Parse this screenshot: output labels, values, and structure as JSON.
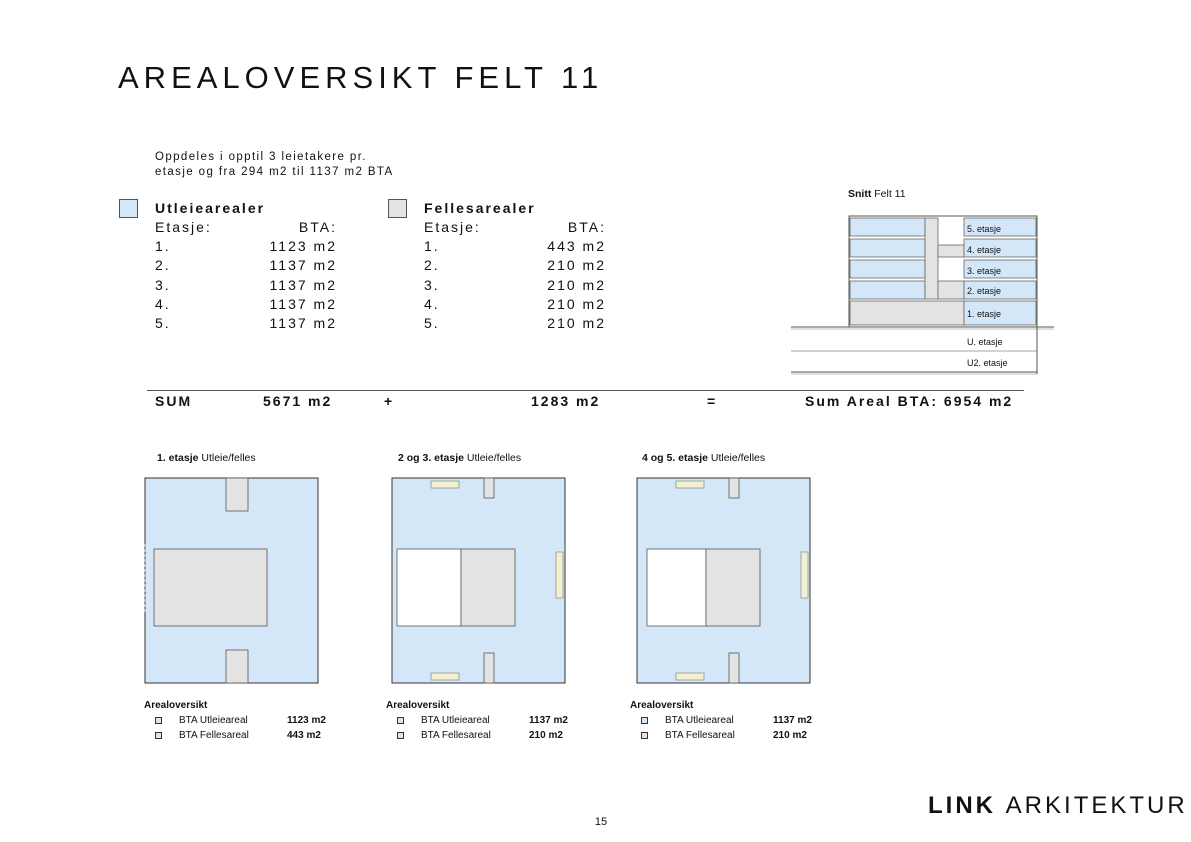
{
  "title": "AREALOVERSIKT FELT 11",
  "intro": [
    "Oppdeles i opptil 3 leietakere pr.",
    "etasje og fra 294 m2 til 1137 m2 BTA"
  ],
  "colors": {
    "utleie": "#d4e7f8",
    "felles": "#e3e3e3"
  },
  "utleie": {
    "heading": "Utleiearealer",
    "etasje_label": "Etasje:",
    "bta_label": "BTA:",
    "rows": [
      {
        "floor": "1.",
        "value": "1123 m2"
      },
      {
        "floor": "2.",
        "value": "1137 m2"
      },
      {
        "floor": "3.",
        "value": "1137 m2"
      },
      {
        "floor": "4.",
        "value": "1137 m2"
      },
      {
        "floor": "5.",
        "value": "1137 m2"
      }
    ]
  },
  "felles": {
    "heading": "Fellesarealer",
    "etasje_label": "Etasje:",
    "bta_label": "BTA:",
    "rows": [
      {
        "floor": "1.",
        "value": "443 m2"
      },
      {
        "floor": "2.",
        "value": "210 m2"
      },
      {
        "floor": "3.",
        "value": "210 m2"
      },
      {
        "floor": "4.",
        "value": "210 m2"
      },
      {
        "floor": "5.",
        "value": "210 m2"
      }
    ]
  },
  "sum": {
    "label": "SUM",
    "utleie": "5671 m2",
    "plus": "+",
    "felles": "1283 m2",
    "equals": "=",
    "total": "Sum Areal BTA: 6954 m2"
  },
  "section": {
    "title_bold": "Snitt",
    "title_rest": " Felt 11",
    "floors": [
      "5. etasje",
      "4. etasje",
      "3. etasje",
      "2. etasje",
      "1. etasje"
    ],
    "basements": [
      "U. etasje",
      "U2. etasje"
    ]
  },
  "plans": [
    {
      "caption_bold": "1. etasje",
      "caption_rest": " Utleie/felles",
      "legend_title": "Arealoversikt",
      "items": [
        {
          "name": "BTA Utleieareal",
          "value": "1123 m2"
        },
        {
          "name": "BTA Fellesareal",
          "value": "443 m2"
        }
      ]
    },
    {
      "caption_bold": "2 og 3. etasje",
      "caption_rest": " Utleie/felles",
      "legend_title": "Arealoversikt",
      "items": [
        {
          "name": "BTA Utleieareal",
          "value": "1137 m2"
        },
        {
          "name": "BTA Fellesareal",
          "value": "210 m2"
        }
      ]
    },
    {
      "caption_bold": "4 og 5. etasje",
      "caption_rest": " Utleie/felles",
      "legend_title": "Arealoversikt",
      "items": [
        {
          "name": "BTA Utleieareal",
          "value": "1137 m2"
        },
        {
          "name": "BTA Fellesareal",
          "value": "210 m2"
        }
      ]
    }
  ],
  "page_number": "15",
  "logo": {
    "bold": "LINK",
    "light": "ARKITEKTUR"
  }
}
